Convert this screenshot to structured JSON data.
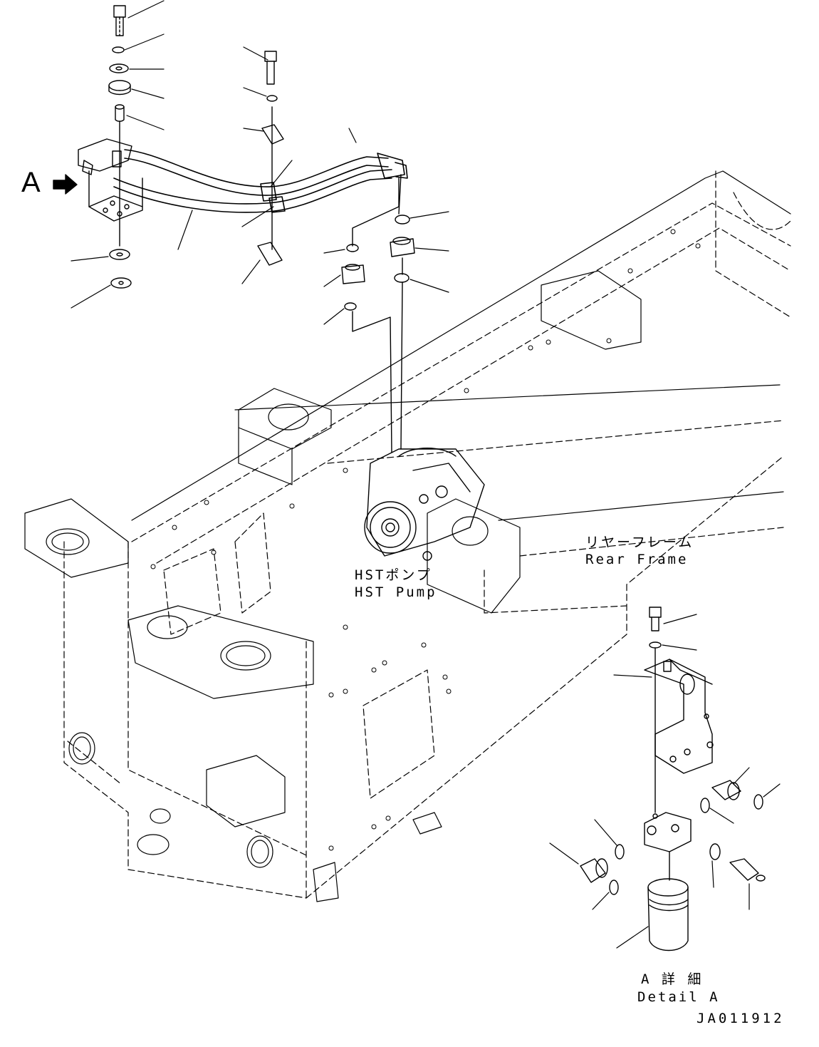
{
  "diagram": {
    "view_marker": "A",
    "labels": {
      "hst_pump_jp": "HSTポンプ",
      "hst_pump_en": "HST Pump",
      "rear_frame_jp": "リヤーフレーム",
      "rear_frame_en": "Rear Frame",
      "detail_jp": "A 詳 細",
      "detail_en": "Detail A"
    },
    "drawing_id": "JA011912",
    "colors": {
      "line": "#000000",
      "background": "#ffffff"
    }
  }
}
